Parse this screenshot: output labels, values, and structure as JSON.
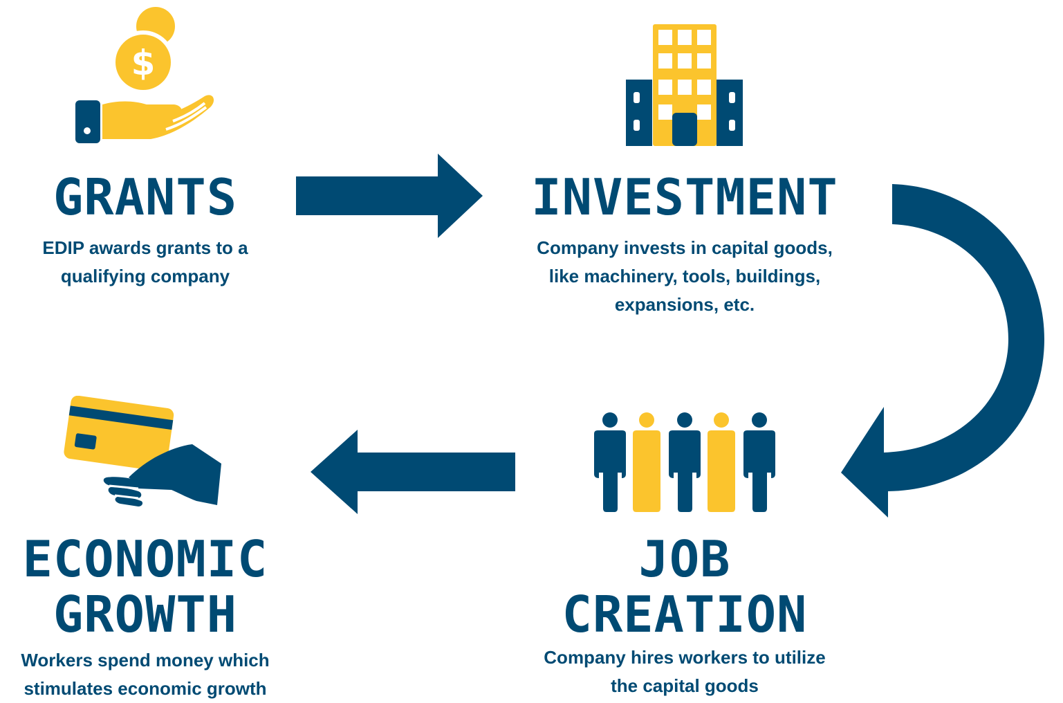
{
  "colors": {
    "navy": "#004a73",
    "yellow": "#fbc42d",
    "background": "#ffffff"
  },
  "steps": {
    "grants": {
      "title": "GRANTS",
      "description_lines": [
        "EDIP awards grants to a",
        "qualifying company"
      ],
      "icon": "hand-coin-icon"
    },
    "investment": {
      "title": "INVESTMENT",
      "description_lines": [
        "Company invests in capital goods,",
        "like machinery, tools, buildings,",
        "expansions, etc."
      ],
      "icon": "building-icon"
    },
    "job_creation": {
      "title_lines": [
        "JOB",
        "CREATION"
      ],
      "description_lines": [
        "Company hires workers to utilize",
        "the capital goods"
      ],
      "icon": "workers-icon"
    },
    "economic_growth": {
      "title_lines": [
        "ECONOMIC",
        "GROWTH"
      ],
      "description_lines": [
        "Workers spend money which",
        "stimulates economic growth"
      ],
      "icon": "hand-card-icon"
    }
  },
  "connectors": [
    {
      "from": "grants",
      "to": "investment",
      "icon": "arrow-right-icon"
    },
    {
      "from": "investment",
      "to": "job_creation",
      "icon": "curved-arrow-icon"
    },
    {
      "from": "job_creation",
      "to": "economic_growth",
      "icon": "arrow-left-icon"
    }
  ]
}
